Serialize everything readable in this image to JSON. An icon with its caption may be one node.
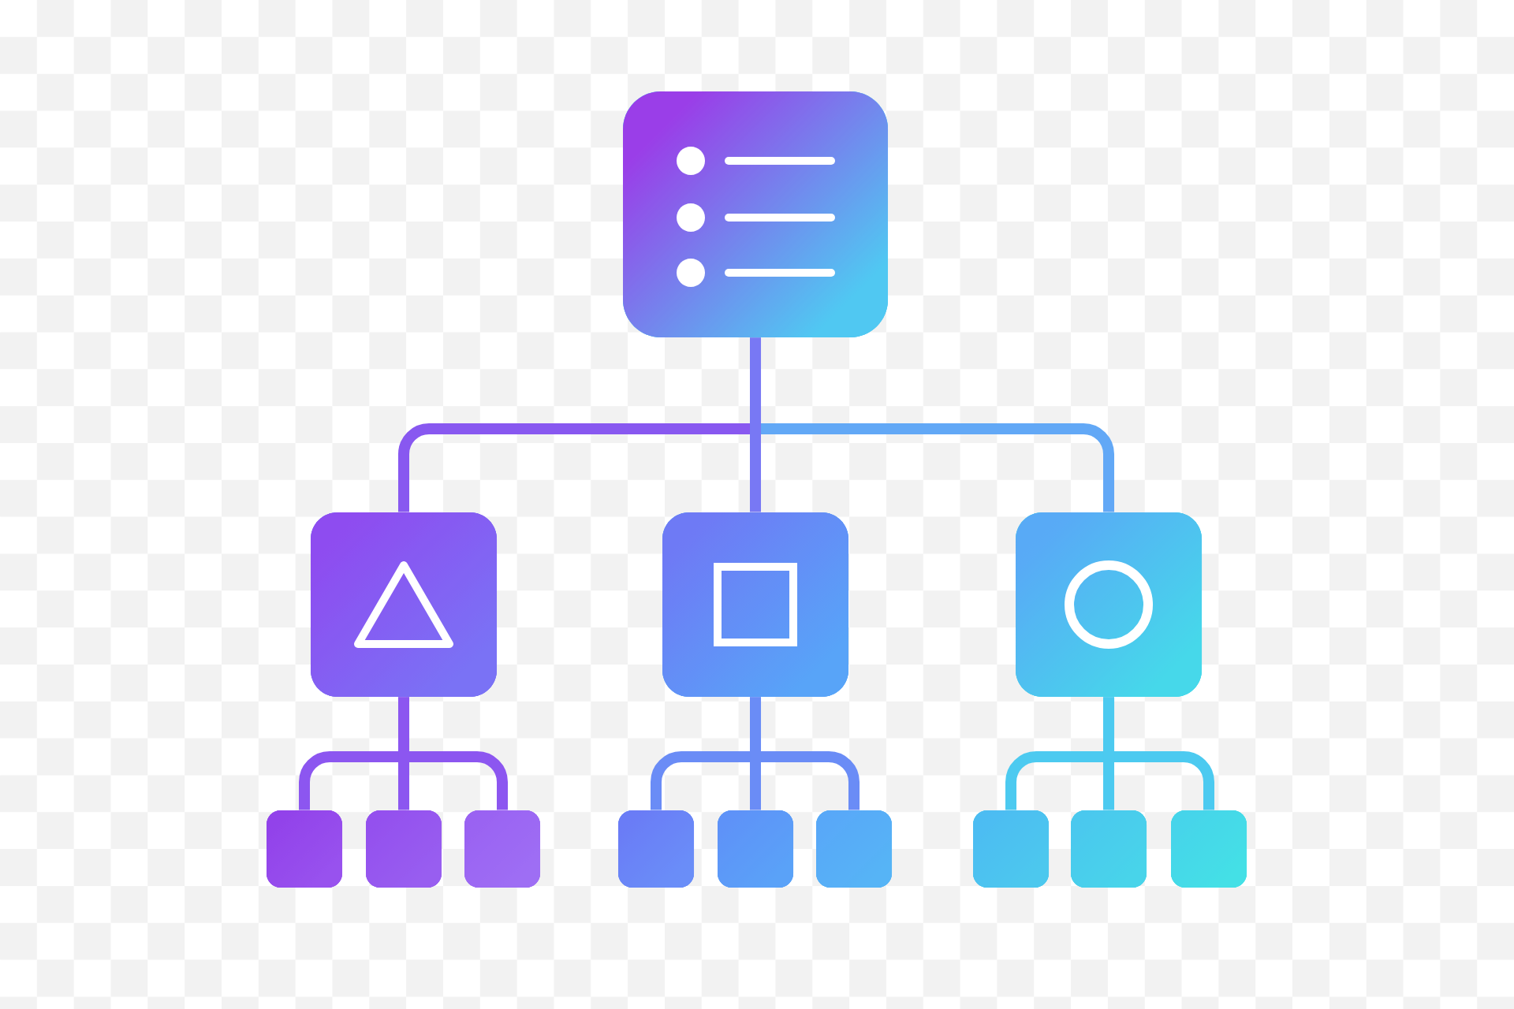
{
  "diagram": {
    "nodes": [
      {
        "text": [],
        "shape": "box"
      },
      {
        "text": [],
        "shape": "box"
      },
      {
        "text": [],
        "shape": "box"
      },
      {
        "text": [],
        "shape": "box"
      },
      {
        "text": [],
        "shape": "box"
      },
      {
        "text": [],
        "shape": "box"
      },
      {
        "text": [],
        "shape": "box"
      },
      {
        "text": [],
        "shape": "box"
      },
      {
        "text": [],
        "shape": "box"
      },
      {
        "text": [],
        "shape": "box"
      },
      {
        "text": [],
        "shape": "box"
      },
      {
        "text": [],
        "shape": "box"
      },
      {
        "text": [],
        "shape": "box"
      }
    ],
    "edges": [
      {
        "from": 0,
        "to": 1,
        "arrow": "none",
        "color": "#8858f0"
      },
      {
        "from": 0,
        "to": 2,
        "arrow": "none",
        "color": "#7878f4"
      },
      {
        "from": 0,
        "to": 3,
        "arrow": "none",
        "color": "#62a8f6"
      },
      {
        "from": 1,
        "to": 4,
        "arrow": "none",
        "color": "#8c56f0"
      },
      {
        "from": 1,
        "to": 5,
        "arrow": "none",
        "color": "#8c56f0"
      },
      {
        "from": 1,
        "to": 6,
        "arrow": "none",
        "color": "#8c56f0"
      },
      {
        "from": 2,
        "to": 7,
        "arrow": "none",
        "color": "#6a8cf6"
      },
      {
        "from": 2,
        "to": 8,
        "arrow": "none",
        "color": "#6a8cf6"
      },
      {
        "from": 2,
        "to": 9,
        "arrow": "none",
        "color": "#6a8cf6"
      },
      {
        "from": 3,
        "to": 10,
        "arrow": "none",
        "color": "#4ccaf0"
      },
      {
        "from": 3,
        "to": 11,
        "arrow": "none",
        "color": "#4ccaf0"
      },
      {
        "from": 3,
        "to": 12,
        "arrow": "none",
        "color": "#4ccaf0"
      }
    ]
  }
}
